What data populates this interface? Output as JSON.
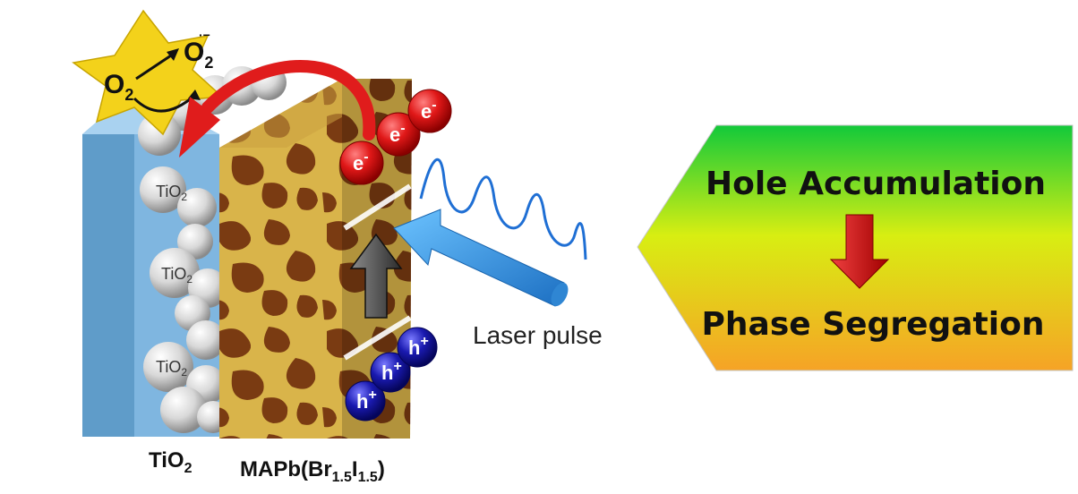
{
  "star": {
    "reactant": "O",
    "reactant_sub": "2",
    "product": "O",
    "product_sup": "·−",
    "product_sub": "2"
  },
  "tio2_balls": [
    {
      "main": "TiO",
      "sub": "2"
    },
    {
      "main": "TiO",
      "sub": "2"
    },
    {
      "main": "TiO",
      "sub": "2"
    }
  ],
  "electrons": [
    {
      "main": "e",
      "sup": "-"
    },
    {
      "main": "e",
      "sup": "-"
    },
    {
      "main": "e",
      "sup": "-"
    }
  ],
  "holes": [
    {
      "main": "h",
      "sup": "+"
    },
    {
      "main": "h",
      "sup": "+"
    },
    {
      "main": "h",
      "sup": "+"
    }
  ],
  "labels": {
    "tio2": {
      "main": "TiO",
      "sub": "2"
    },
    "perovskite": {
      "prefix": "MAPb(Br",
      "sub1": "1.5",
      "mid": "I",
      "sub2": "1.5",
      "suffix": ")"
    },
    "laser": "Laser pulse"
  },
  "callout": {
    "top": "Hole Accumulation",
    "bottom": "Phase Segregation"
  },
  "colors": {
    "substrate": "#7fb6e0",
    "perovskite_light": "#d9b44a",
    "perovskite_dark": "#7a3b12",
    "electron": "#d81818",
    "hole": "#1a1aa8",
    "star": "#f3d21b",
    "arrow_red": "#e01c1c",
    "laser_arrow": "#3a9fe8"
  }
}
